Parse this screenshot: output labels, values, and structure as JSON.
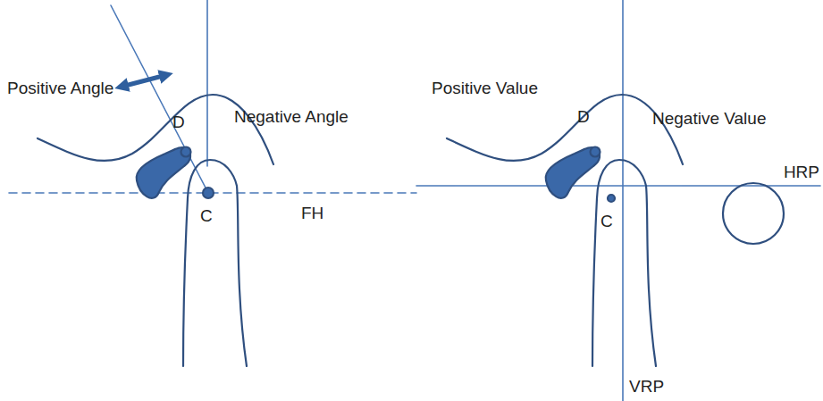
{
  "diagram": {
    "labels": [
      "Positive Angle",
      "Negative Angle",
      "D",
      "C",
      "FH",
      "Positive Value",
      "Negative Value",
      "D",
      "HRP",
      "C",
      "VRP"
    ]
  }
}
